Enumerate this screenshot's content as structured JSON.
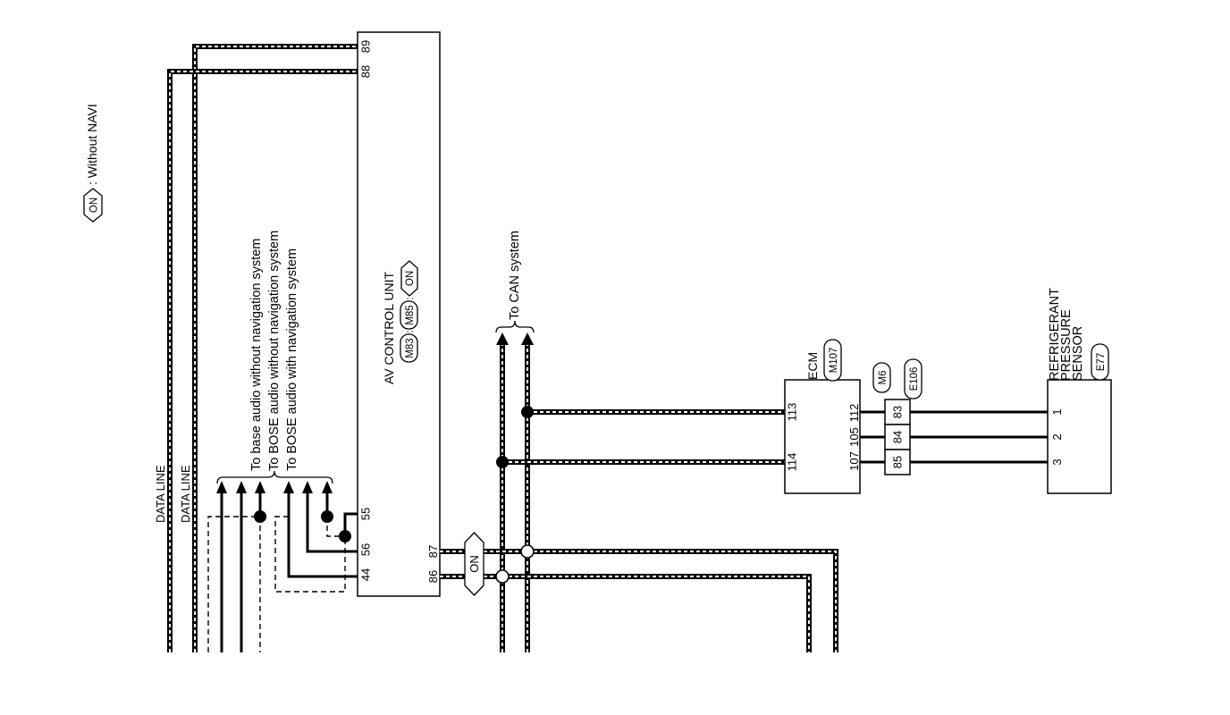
{
  "legend": {
    "symbol": "ON",
    "text": ": Without NAVI"
  },
  "data_lines": {
    "labels": [
      "DATA LINE",
      "DATA LINE"
    ]
  },
  "audio_destinations": [
    "To base audio without navigation system",
    "To BOSE audio without navigation system",
    "To BOSE audio with navigation system"
  ],
  "av_control_unit": {
    "label": "AV CONTROL UNIT",
    "connectors": [
      "M83",
      "M85"
    ],
    "separator": ":",
    "option": "ON",
    "left_pins": [
      "89",
      "88",
      "55",
      "56",
      "44"
    ],
    "right_pins": [
      "87",
      "86"
    ]
  },
  "can_system": {
    "label": "To CAN system"
  },
  "option_tag": "ON",
  "ecm": {
    "label": "ECM",
    "connector": "M107",
    "left_pins": [
      "113",
      "114"
    ],
    "right_pins": [
      "112",
      "105",
      "107"
    ]
  },
  "joint_connector": {
    "connectors": [
      "M6",
      "E106"
    ],
    "pins": [
      "83",
      "84",
      "85"
    ]
  },
  "refrigerant_pressure_sensor": {
    "label_lines": [
      "REFRIGERANT",
      "PRESSURE",
      "SENSOR"
    ],
    "connector": "E77",
    "pins": [
      "1",
      "2",
      "3"
    ]
  }
}
